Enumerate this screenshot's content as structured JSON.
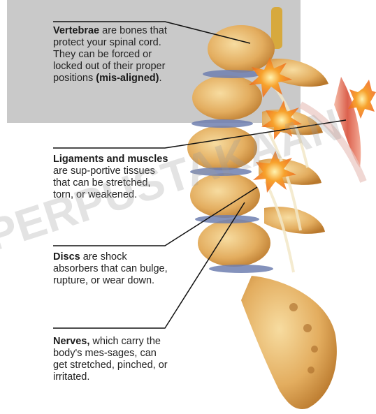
{
  "callouts": {
    "vertebrae": {
      "bold": "Vertebrae",
      "rest": " are bones that protect your spinal cord. They can be forced or locked out of their proper positions ",
      "bold2": "(mis-aligned)",
      "end": "."
    },
    "ligaments": {
      "bold": "Ligaments and muscles",
      "rest": " are sup-portive tissues that can be stretched, torn, or weakened."
    },
    "discs": {
      "bold": "Discs",
      "rest": " are shock absorbers that can bulge, rupture, or wear down."
    },
    "nerves": {
      "bold": "Nerves,",
      "rest": " which carry the body's mes-sages, can get stretched, pinched, or irritated."
    }
  },
  "watermark": {
    "text": "PERPUSTAKAAN"
  },
  "colors": {
    "panel": "#c9c9c9",
    "bone": "#e8b86a",
    "bone_shadow": "#b9782c",
    "disc": "#6f7fb0",
    "inflammation": "#f07a1e",
    "muscle": "#d8503a",
    "leader_line": "#111111"
  }
}
